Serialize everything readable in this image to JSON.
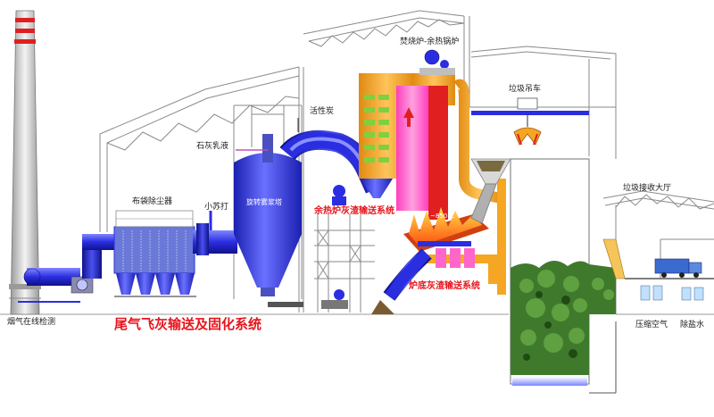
{
  "labels": {
    "furnace_boiler": "焚烧炉-余热锅炉",
    "activated_carbon": "活性炭",
    "lime_slurry": "石灰乳液",
    "baghouse": "布袋除尘器",
    "soda": "小苏打",
    "spray_tower": "旋转雾浆塔",
    "garbage_crane": "垃圾吊车",
    "receiving_hall": "垃圾接收大厅",
    "boiler_ash": "余热炉灰渣输送系统",
    "bottom_ash": "炉底灰渣输送系统",
    "flue_gas_monitor": "烟气在线检测",
    "fly_ash": "尾气飞灰输送及固化系统",
    "compressed_air": "压缩空气",
    "demin_water": "除盐水",
    "temp_tag": "~850℃"
  },
  "colors": {
    "duct_blue": "#2a2ee0",
    "boiler_orange": "#f5a623",
    "furnace_pink": "#ff66cc",
    "furnace_red": "#e02020",
    "label_red": "#e8141c",
    "steel_grey": "#8a8a8a",
    "pit_green": "#3f7a2c"
  }
}
